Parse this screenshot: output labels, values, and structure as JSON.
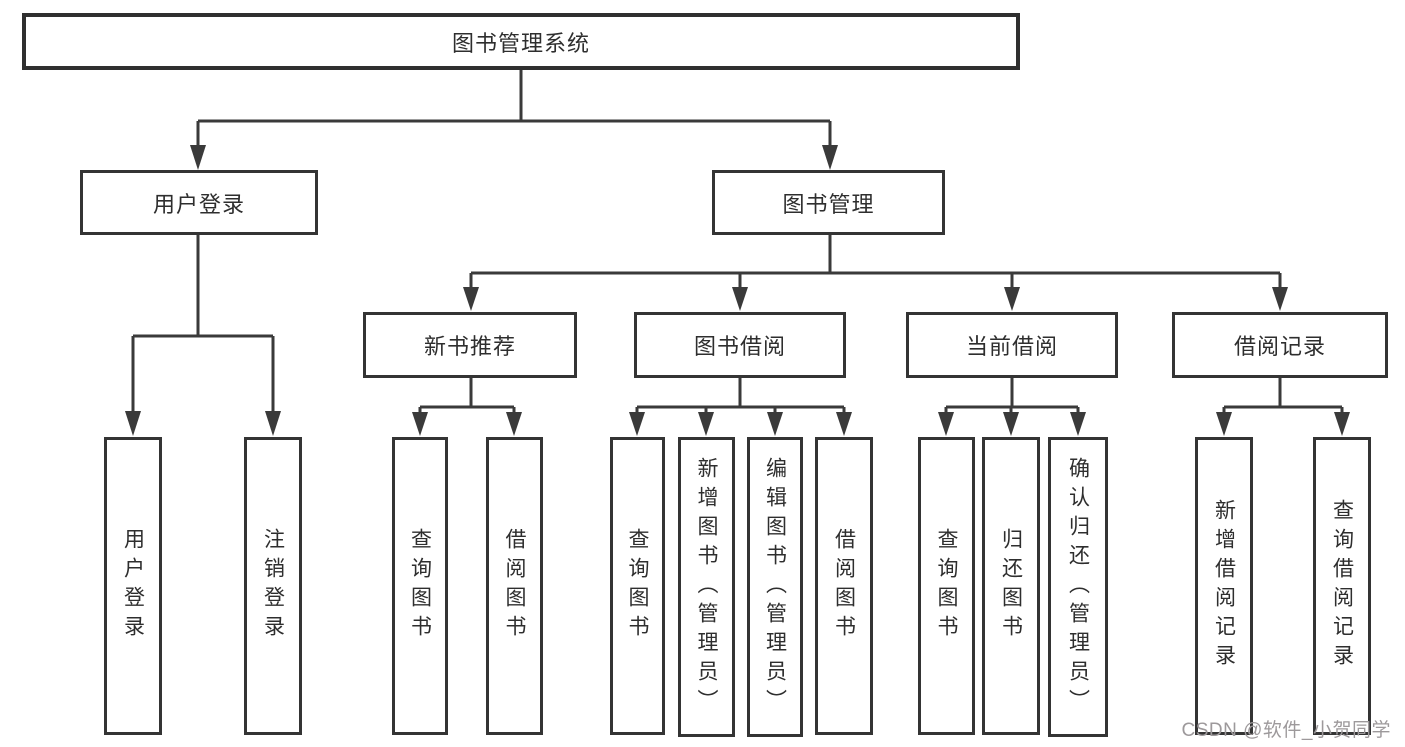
{
  "diagram": {
    "root": {
      "label": "图书管理系统"
    },
    "level2": [
      {
        "label": "用户登录"
      },
      {
        "label": "图书管理"
      }
    ],
    "level3": [
      {
        "label": "新书推荐",
        "parent": "图书管理"
      },
      {
        "label": "图书借阅",
        "parent": "图书管理"
      },
      {
        "label": "当前借阅",
        "parent": "图书管理"
      },
      {
        "label": "借阅记录",
        "parent": "图书管理"
      }
    ],
    "leaves": [
      {
        "label": "用户登录",
        "parent": "用户登录"
      },
      {
        "label": "注销登录",
        "parent": "用户登录"
      },
      {
        "label": "查询图书",
        "parent": "新书推荐"
      },
      {
        "label": "借阅图书",
        "parent": "新书推荐"
      },
      {
        "label": "查询图书",
        "parent": "图书借阅"
      },
      {
        "label": "新增图书（管理员）",
        "parent": "图书借阅"
      },
      {
        "label": "编辑图书（管理员）",
        "parent": "图书借阅"
      },
      {
        "label": "借阅图书",
        "parent": "图书借阅"
      },
      {
        "label": "查询图书",
        "parent": "当前借阅"
      },
      {
        "label": "归还图书",
        "parent": "当前借阅"
      },
      {
        "label": "确认归还（管理员）",
        "parent": "当前借阅"
      },
      {
        "label": "新增借阅记录",
        "parent": "借阅记录"
      },
      {
        "label": "查询借阅记录",
        "parent": "借阅记录"
      }
    ]
  },
  "watermark": "CSDN @软件_小贺同学",
  "colors": {
    "line": "#3a3a3a",
    "border": "#343434",
    "text": "#2e2e2e",
    "background": "#ffffff",
    "watermark": "#9d999b"
  }
}
